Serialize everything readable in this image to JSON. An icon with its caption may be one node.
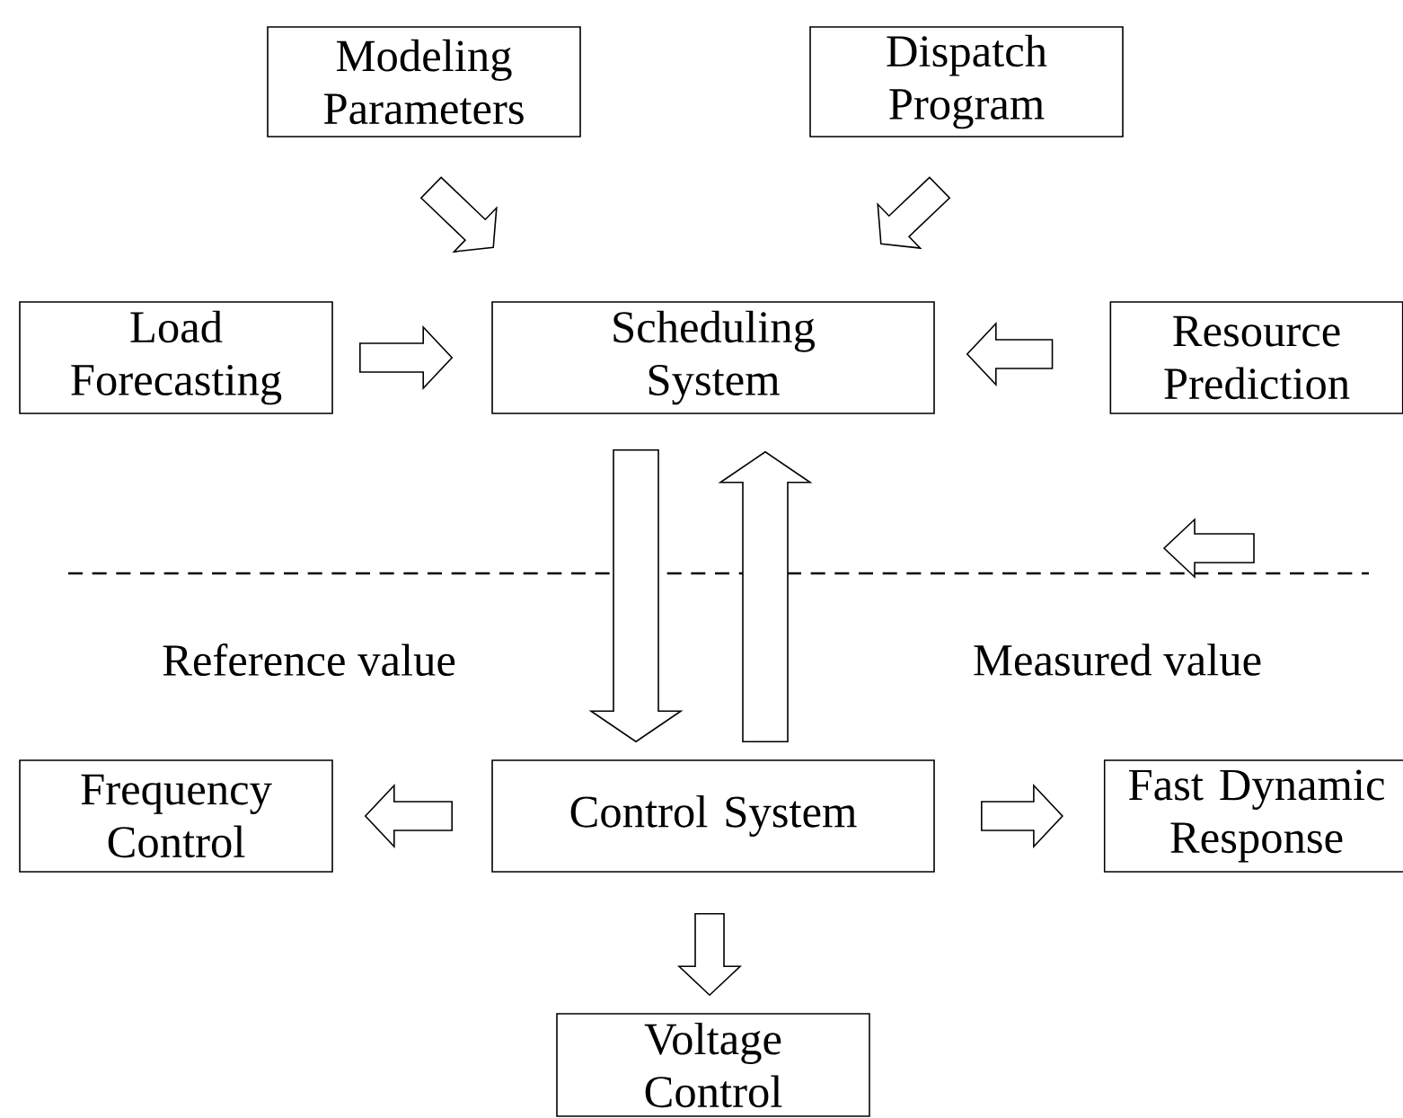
{
  "diagram": {
    "nodes": [
      {
        "text": [
          "Modeling Parameters"
        ]
      },
      {
        "text": [
          "Dispatch Program"
        ]
      },
      {
        "text": [
          "Load Forecasting"
        ]
      },
      {
        "text": [
          "Scheduling System"
        ]
      },
      {
        "text": [
          "Resource Prediction"
        ]
      },
      {
        "text": [
          "Frequency Control"
        ]
      },
      {
        "text": [
          "Control System"
        ]
      },
      {
        "text": [
          "Fast Dynamic Response"
        ]
      },
      {
        "text": [
          "Voltage Control"
        ]
      }
    ],
    "edges": [
      {
        "from": 0,
        "to": 3,
        "arrow": "to"
      },
      {
        "from": 1,
        "to": 3,
        "arrow": "to"
      },
      {
        "from": 2,
        "to": 3,
        "arrow": "to"
      },
      {
        "from": 4,
        "to": 3,
        "arrow": "to"
      },
      {
        "from": 3,
        "to": 6,
        "arrow": "to"
      },
      {
        "from": 6,
        "to": 3,
        "arrow": "to"
      },
      {
        "from": 6,
        "to": 5,
        "arrow": "to"
      },
      {
        "from": 6,
        "to": 7,
        "arrow": "to"
      },
      {
        "from": 6,
        "to": 8,
        "arrow": "to"
      }
    ],
    "labels": [
      "Reference value",
      "Measured value"
    ]
  }
}
